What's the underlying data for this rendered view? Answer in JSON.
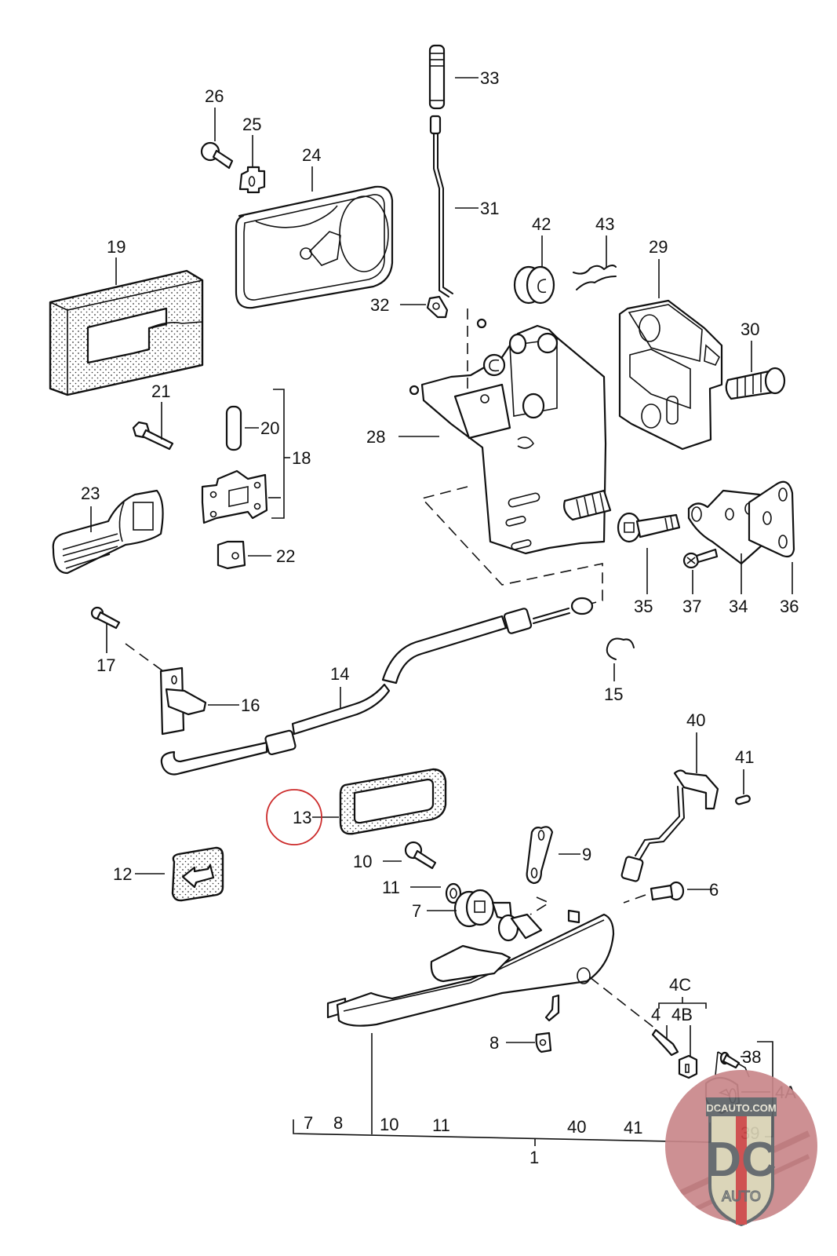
{
  "diagram": {
    "type": "exploded parts diagram",
    "subject": "door handle and lock assembly",
    "highlighted_part": "13",
    "highlight_color": "#cc2b2b",
    "callouts": {
      "p33": "33",
      "p31": "31",
      "p26": "26",
      "p25": "25",
      "p24": "24",
      "p42": "42",
      "p43": "43",
      "p29": "29",
      "p19": "19",
      "p32": "32",
      "p30": "30",
      "p21": "21",
      "p20": "20",
      "p18": "18",
      "p28": "28",
      "p23": "23",
      "p22": "22",
      "p35": "35",
      "p37": "37",
      "p34": "34",
      "p36": "36",
      "p17": "17",
      "p16": "16",
      "p14": "14",
      "p15": "15",
      "p40": "40",
      "p41": "41",
      "p13": "13",
      "p9": "9",
      "p12": "12",
      "p10": "10",
      "p11": "11",
      "p7": "7",
      "p6": "6",
      "p4C": "4C",
      "p4": "4",
      "p4B": "4B",
      "p38": "38",
      "p8": "8",
      "p4A": "4A",
      "p39": "39"
    },
    "assembly_1": {
      "label": "1",
      "includes": [
        "7",
        "8",
        "10",
        "11",
        "40",
        "41"
      ]
    }
  },
  "watermark": {
    "site": "DCAUTO.COM",
    "logo_letters": "DC",
    "logo_word": "AUTO",
    "colors": {
      "circle": "#c9878a",
      "shield": "#d8d2b4",
      "letters": "#5c6166",
      "stripe": "#cc4444"
    }
  }
}
